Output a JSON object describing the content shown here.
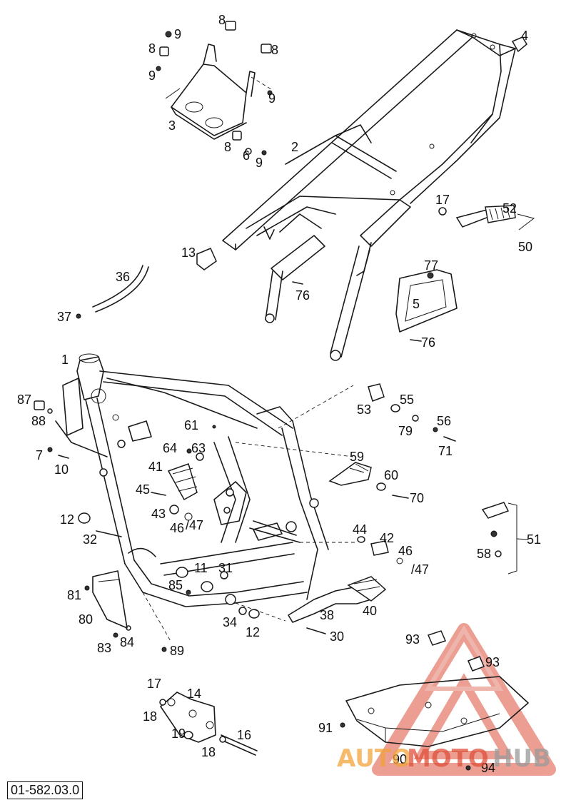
{
  "diagram_code": "01-582.03.0",
  "watermark": {
    "text_part1": "AUTO",
    "text_part2": "MOTO",
    "text_part3": "HUB",
    "color_orange": "#f2a33a",
    "color_red": "#e0503c",
    "color_grey": "#9a9a9a"
  },
  "labels": {
    "l1": "1",
    "l2": "2",
    "l3": "3",
    "l4": "4",
    "l5": "5",
    "l6": "6",
    "l7": "7",
    "l8a": "8",
    "l8b": "8",
    "l8c": "8",
    "l8d": "8",
    "l9a": "9",
    "l9b": "9",
    "l9c": "9",
    "l9d": "9",
    "l10": "10",
    "l11": "11",
    "l12a": "12",
    "l12b": "12",
    "l13": "13",
    "l14": "14",
    "l16": "16",
    "l17a": "17",
    "l17b": "17",
    "l18a": "18",
    "l18b": "18",
    "l19": "19",
    "l30": "30",
    "l31": "31",
    "l32": "32",
    "l34": "34",
    "l36": "36",
    "l37": "37",
    "l38": "38",
    "l40": "40",
    "l41": "41",
    "l42": "42",
    "l43": "43",
    "l44": "44",
    "l45": "45",
    "l46a": "46",
    "l46b": "46",
    "l47a": "/47",
    "l47b": "/47",
    "l50": "50",
    "l51": "51",
    "l52": "52",
    "l53": "53",
    "l55": "55",
    "l56": "56",
    "l58": "58",
    "l59": "59",
    "l60": "60",
    "l61": "61",
    "l63": "63",
    "l64": "64",
    "l70": "70",
    "l71": "71",
    "l76a": "76",
    "l76b": "76",
    "l77": "77",
    "l79": "79",
    "l80": "80",
    "l81": "81",
    "l83": "83",
    "l84": "84",
    "l85": "85",
    "l87": "87",
    "l88": "88",
    "l89": "89",
    "l90": "90",
    "l91": "91",
    "l93a": "93",
    "l93b": "93",
    "l94": "94"
  }
}
